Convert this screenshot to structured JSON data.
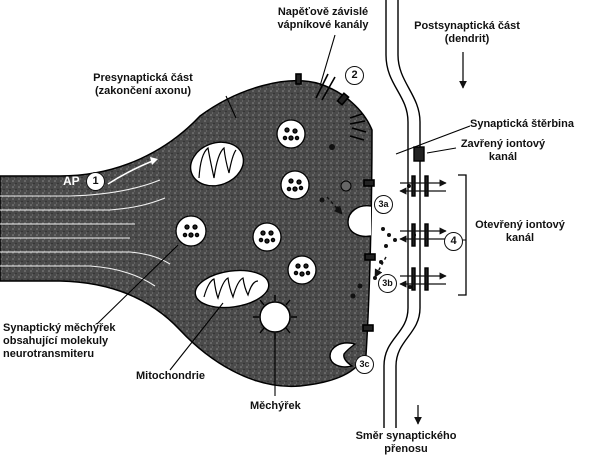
{
  "labels": {
    "napetove_l1": "Napěťově závislé",
    "napetove_l2": "vápníkové kanály",
    "postsyn_l1": "Postsynaptická část",
    "postsyn_l2": "(dendrit)",
    "presyn_l1": "Presynaptická část",
    "presyn_l2": "(zakončení axonu)",
    "sterbina": "Synaptická štěrbina",
    "zavreny_l1": "Zavřený iontový",
    "zavreny_l2": "kanál",
    "otevreny_l1": "Otevřený iontový",
    "otevreny_l2": "kanál",
    "ap": "AP",
    "mechyrek_l1": "Synaptický měchýřek",
    "mechyrek_l2": "obsahující molekuly",
    "mechyrek_l3": "neurotransmiteru",
    "mitochondrie": "Mitochondrie",
    "mechyrek_single": "Měchýřek",
    "smer_l1": "Směr synaptického",
    "smer_l2": "přenosu"
  },
  "steps": {
    "s1": "1",
    "s2": "2",
    "s3a": "3a",
    "s3b": "3b",
    "s3c": "3c",
    "s4": "4"
  }
}
